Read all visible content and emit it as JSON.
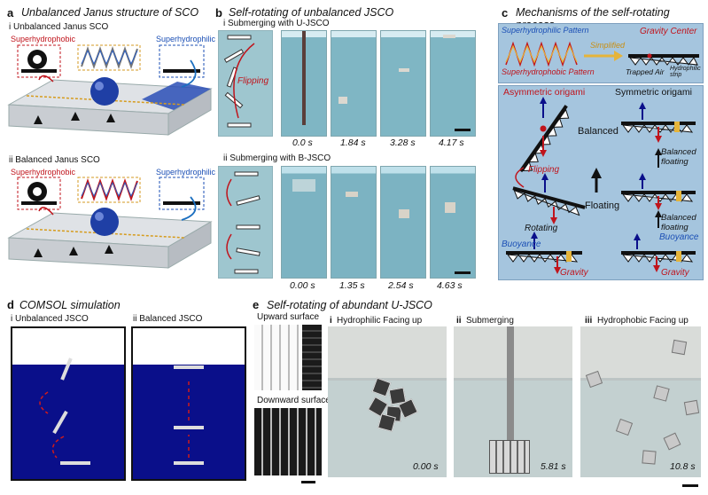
{
  "panel_a": {
    "label": "a",
    "title": "Unbalanced Janus structure of SCO",
    "sub_i": "i Unbalanced Janus SCO",
    "sub_ii": "ii Balanced Janus SCO",
    "superhydrophobic": "Superhydrophobic",
    "superhydrophilic": "Superhydrophilic"
  },
  "panel_b": {
    "label": "b",
    "title": "Self-rotating of unbalanced JSCO",
    "sub_i": "i Submerging with U-JSCO",
    "sub_ii": "ii Submerging with B-JSCO",
    "flipping": "Flipping",
    "times_i": [
      "0.0 s",
      "1.84 s",
      "3.28 s",
      "4.17 s"
    ],
    "times_ii": [
      "0.00 s",
      "1.35 s",
      "2.54 s",
      "4.63 s"
    ]
  },
  "panel_c": {
    "label": "c",
    "title": "Mechanisms of the self-rotating process",
    "superhydrophilic_pattern": "Superhydrophilic Pattern",
    "superhydrophobic_pattern": "Superhydrophobic Pattern",
    "simplified": "Simplified",
    "gravity_center": "Gravity Center",
    "trapped_air": "Trapped Air",
    "hydrophilic_strip": "Hydrophilic strip",
    "asymmetric": "Asymmetric origami",
    "symmetric": "Symmetric origami",
    "balanced": "Balanced",
    "balanced_floating": "Balanced floating",
    "balanced_floating2": "Balanced floating",
    "flipping": "Flipping",
    "floating": "Floating",
    "rotating": "Rotating",
    "buoyance": "Buoyance",
    "buoyance2": "Buoyance",
    "gravity": "Gravity",
    "gravity2": "Gravity"
  },
  "panel_d": {
    "label": "d",
    "title": "COMSOL simulation",
    "sub_i": "i Unbalanced JSCO",
    "sub_ii": "ii Balanced JSCO"
  },
  "panel_e": {
    "label": "e",
    "title": "Self-rotating of abundant U-JSCO",
    "upward": "Upward surface",
    "downward": "Downward surface",
    "sub_i": "i",
    "sub_i_text": "Hydrophilic Facing up",
    "sub_ii": "ii",
    "sub_ii_text": "Submerging",
    "sub_iii": "iii",
    "sub_iii_text": "Hydrophobic Facing up",
    "times": [
      "0.00 s",
      "5.81 s",
      "10.8 s"
    ]
  },
  "colors": {
    "red": "#c0141c",
    "blue": "#1b4fb5",
    "navy": "#0a0f8a",
    "gold": "#e5b43a"
  }
}
